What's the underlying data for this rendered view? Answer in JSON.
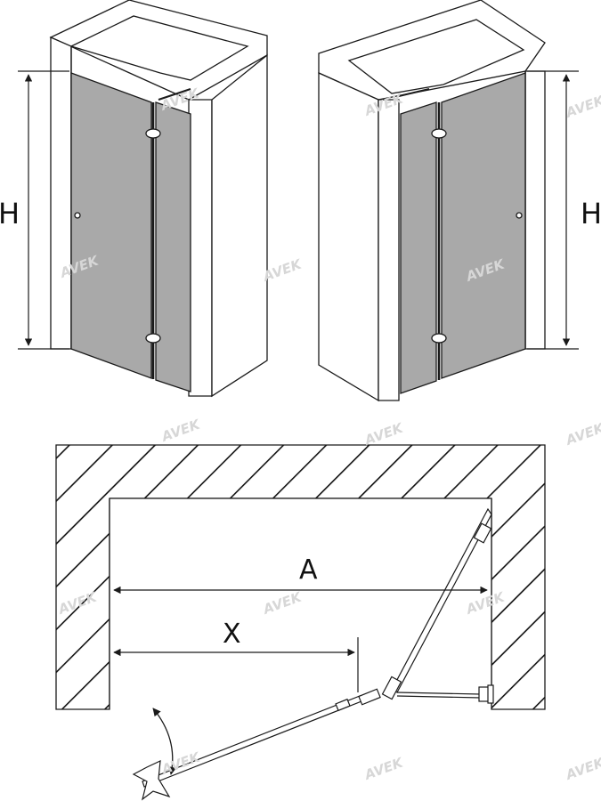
{
  "labels": {
    "height_left": "H",
    "height_right": "H",
    "width_total": "A",
    "width_opening": "X"
  },
  "watermark": "AVEK",
  "colors": {
    "line": "#1a1a1a",
    "glass": "#a9a9a9",
    "wall": "#ffffff",
    "hatch": "#111111",
    "watermark": "#d7d7d7"
  }
}
